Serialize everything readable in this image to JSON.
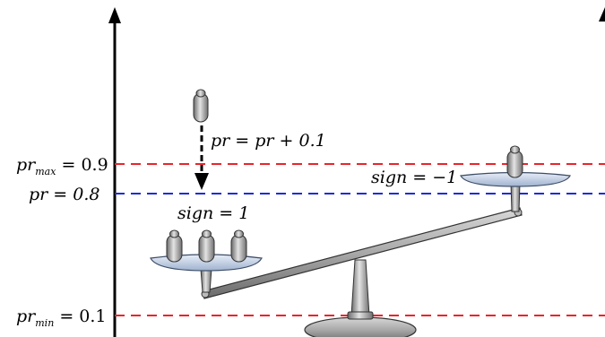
{
  "labels": {
    "pr_max_base": "pr",
    "pr_max_sub": "max",
    "pr_max_eq": " = 0.9",
    "pr_current": "pr = 0.8",
    "pr_min_base": "pr",
    "pr_min_sub": "min",
    "pr_min_eq": " = 0.1",
    "update_rule": "pr = pr + 0.1",
    "sign_left": "sign = 1",
    "sign_right": "sign = −1"
  },
  "colors": {
    "threshold_line": "#e8262b",
    "current_line": "#1f2bd6",
    "axis": "#000000",
    "pan_fill": "#c9d6ea",
    "pan_stroke": "#3d4d66",
    "metal_dark": "#6f6f6f",
    "metal_light": "#d6d6d6"
  },
  "weights": {
    "left_pan_count": 3,
    "right_pan_count": 1,
    "falling_count": 1
  }
}
